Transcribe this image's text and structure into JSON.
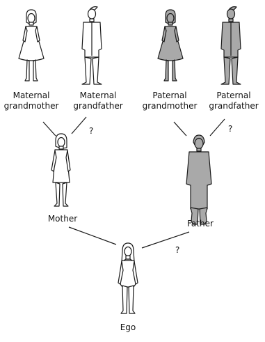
{
  "figures": {
    "maternal_grandmother": {
      "line1": "Maternal",
      "line2": "grandmother",
      "fill": "#ffffff",
      "icon": "woman-dress-icon"
    },
    "maternal_grandfather": {
      "line1": "Maternal",
      "line2": "grandfather",
      "fill": "#ffffff",
      "icon": "man-icon"
    },
    "paternal_grandmother": {
      "line1": "Paternal",
      "line2": "grandmother",
      "fill": "#a9a9a9",
      "icon": "woman-dress-icon"
    },
    "paternal_grandfather": {
      "line1": "Paternal",
      "line2": "grandfather",
      "fill": "#a9a9a9",
      "icon": "man-icon"
    },
    "mother": {
      "label": "Mother",
      "fill": "#ffffff",
      "icon": "woman-icon"
    },
    "father": {
      "label": "Father",
      "fill": "#a9a9a9",
      "icon": "man-icon"
    },
    "ego": {
      "label": "Ego",
      "fill": "#ffffff",
      "icon": "person-icon"
    }
  },
  "uncertain_mark": "?",
  "colors": {
    "stroke": "#1a1a1a",
    "shared_fill": "#a9a9a9",
    "plain_fill": "#ffffff"
  }
}
